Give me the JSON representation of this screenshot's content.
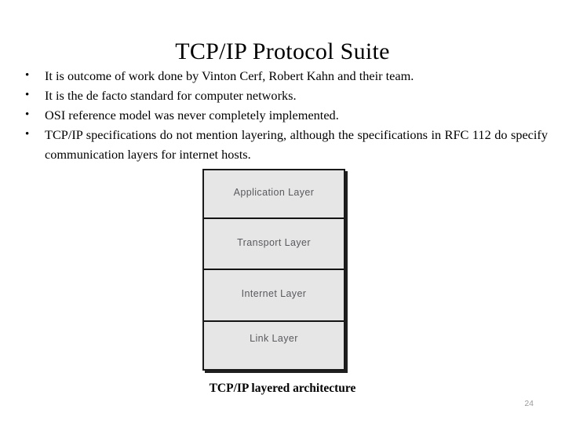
{
  "slide": {
    "title": "TCP/IP Protocol Suite",
    "page_number": "24",
    "background_color": "#ffffff"
  },
  "bullets": [
    {
      "marker": "•",
      "text": "It is outcome of work done by Vinton Cerf, Robert Kahn and their team."
    },
    {
      "marker": "•",
      "text": "It is the de facto standard for computer networks."
    },
    {
      "marker": "•",
      "text": "OSI reference model was never completely implemented."
    },
    {
      "marker": "•",
      "text": "TCP/IP specifications do not mention layering, although the specifications in RFC 112 do specify communication layers for internet hosts."
    }
  ],
  "diagram": {
    "caption": "TCP/IP layered architecture",
    "fill_color": "#e6e6e6",
    "border_color": "#1a1a1a",
    "label_color": "#5a5a5f",
    "layers": [
      {
        "label": "Application Layer"
      },
      {
        "label": "Transport Layer"
      },
      {
        "label": "Internet Layer"
      },
      {
        "label": "Link Layer"
      }
    ]
  }
}
